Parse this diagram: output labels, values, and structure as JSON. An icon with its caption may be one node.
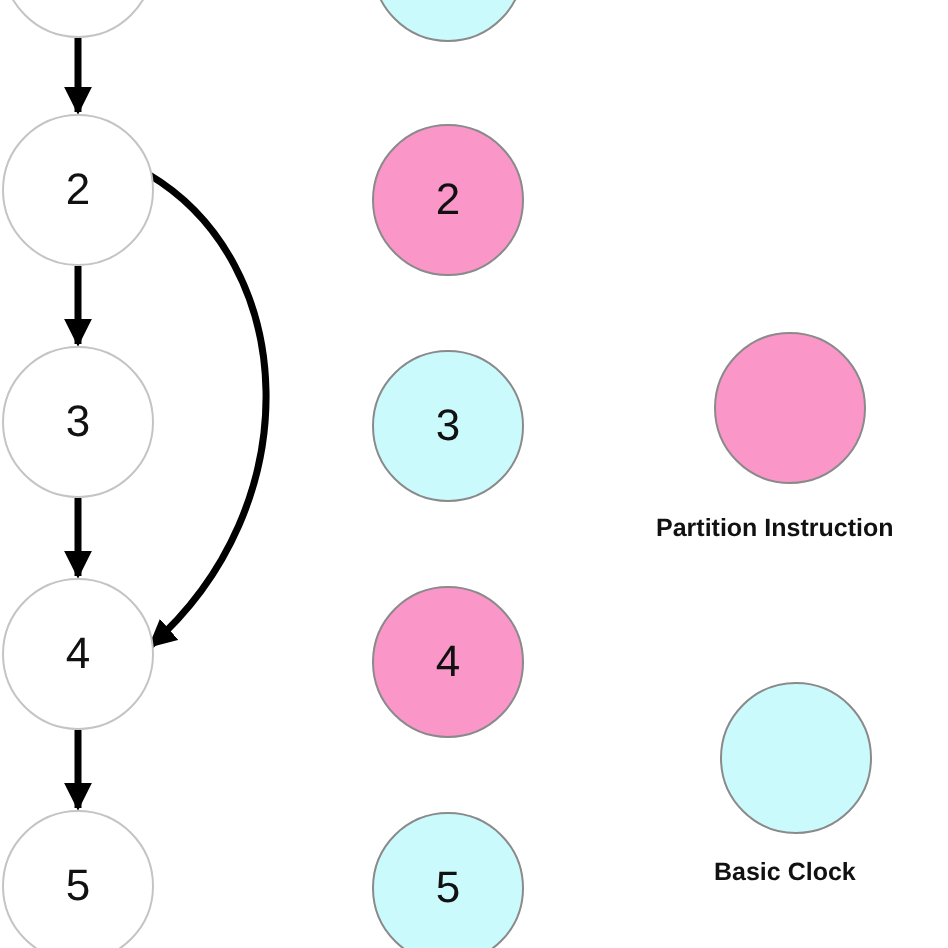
{
  "diagram": {
    "nodes": [
      {
        "text": [],
        "shape": "circle"
      },
      {
        "text": [
          "2"
        ]
      },
      {
        "text": [
          "3"
        ]
      },
      {
        "text": [
          "4"
        ]
      },
      {
        "text": [
          "5"
        ]
      },
      {
        "text": [],
        "shape": "circle"
      },
      {
        "text": [
          "2"
        ]
      },
      {
        "text": [
          "3"
        ]
      },
      {
        "text": [
          "4"
        ]
      },
      {
        "text": [
          "5"
        ]
      }
    ],
    "edges": [
      {
        "from": 0,
        "to": 1,
        "arrow": "to"
      },
      {
        "from": 1,
        "to": 2,
        "arrow": "to"
      },
      {
        "from": 2,
        "to": 3,
        "arrow": "to"
      },
      {
        "from": 3,
        "to": 4,
        "arrow": "to"
      },
      {
        "from": 1,
        "to": 3,
        "arrow": "to"
      }
    ],
    "legend": [
      {
        "text": "Partition Instruction",
        "color": "#fa96c8"
      },
      {
        "text": "Basic Clock",
        "color": "#cbfafc"
      }
    ]
  }
}
